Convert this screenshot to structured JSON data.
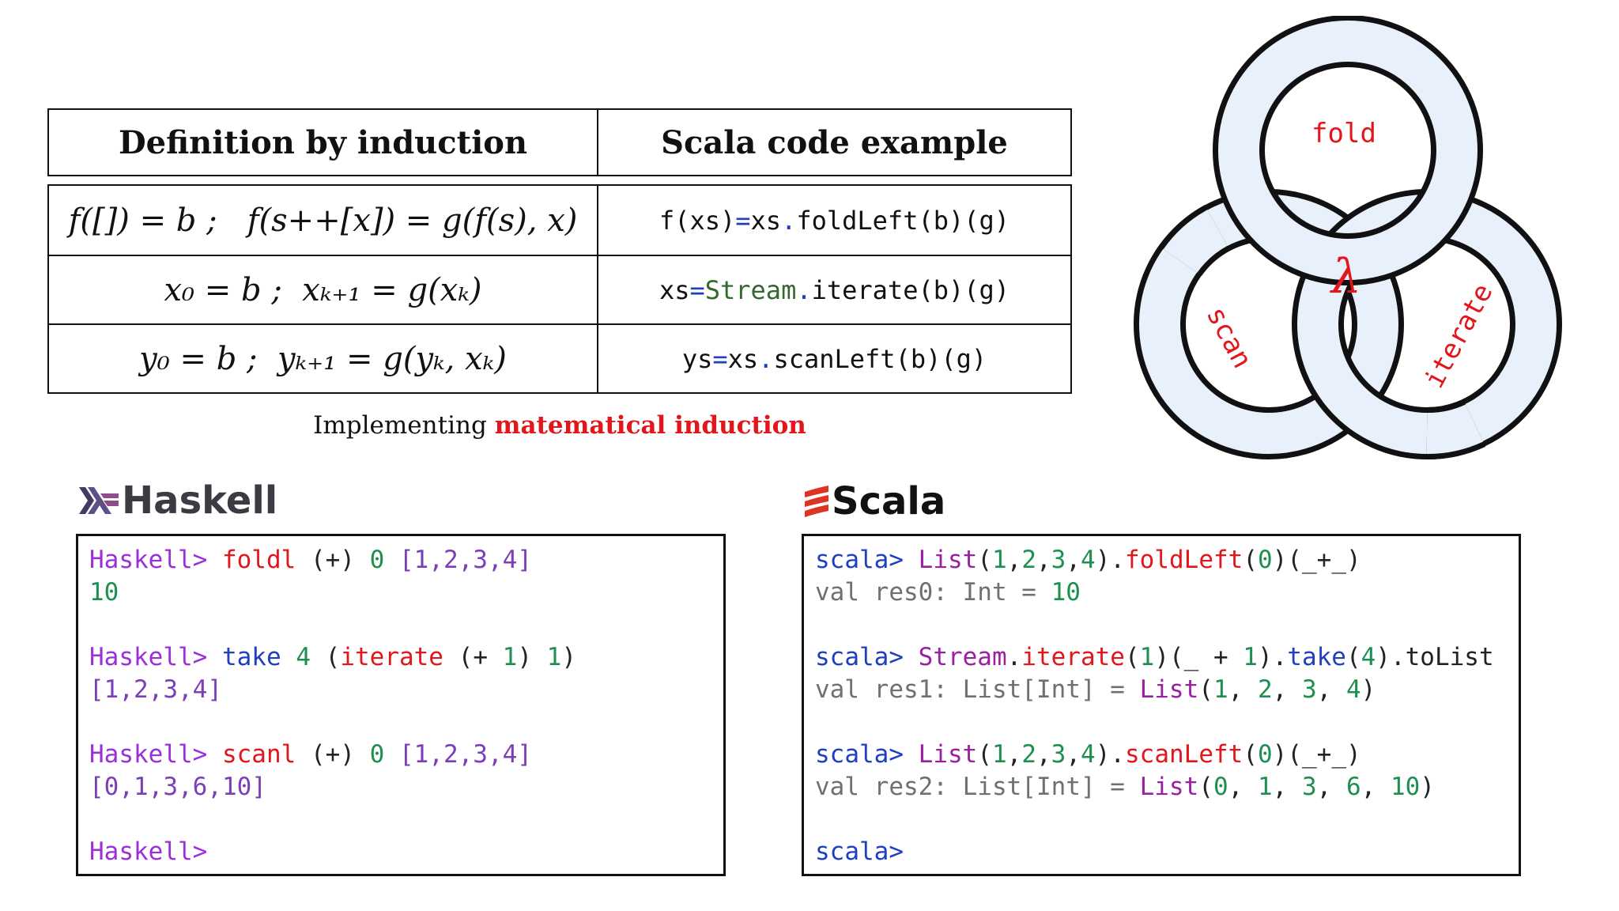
{
  "table": {
    "headers": [
      "Definition by induction",
      "Scala code example"
    ],
    "rows": [
      {
        "math": "f([]) = b ;   f(s++[x]) = g(f(s), x)",
        "code": {
          "lhs": "f(xs)",
          "eq": "=",
          "rhs_a": "xs",
          "dot": ".",
          "rhs_b": "foldLeft(b)(g)"
        }
      },
      {
        "math": "x₀ = b ;  xₖ₊₁ = g(xₖ)",
        "code": {
          "lhs": "xs",
          "eq": "=",
          "rhs_a": "Stream",
          "dot": ".",
          "rhs_b": "iterate(b)(g)"
        }
      },
      {
        "math": "y₀ = b ;  yₖ₊₁ = g(yₖ, xₖ)",
        "code": {
          "lhs": "ys",
          "eq": "=",
          "rhs_a": "xs",
          "dot": ".",
          "rhs_b": "scanLeft(b)(g)"
        }
      }
    ]
  },
  "caption": {
    "prefix": "Implementing ",
    "highlight": "matematical induction"
  },
  "knot": {
    "top": "fold",
    "left": "scan",
    "right": "iterate",
    "center": "λ"
  },
  "haskell": {
    "logo": "Haskell",
    "prompt": "Haskell>",
    "lines": [
      {
        "fn": "foldl",
        "args": " (+) ",
        "n": "0",
        "list": "[1,2,3,4]",
        "result": "10"
      },
      {
        "fn": "take",
        "n": "4",
        "fn2": "iterate",
        "args2": "(+ ",
        "n2": "1",
        "n3": "1",
        "result": "[1,2,3,4]"
      },
      {
        "fn": "scanl",
        "args": " (+) ",
        "n": "0",
        "list": "[1,2,3,4]",
        "result": "[0,1,3,6,10]"
      }
    ]
  },
  "scala": {
    "logo": "Scala",
    "prompt": "scala>",
    "l1": {
      "obj": "List",
      "args": "(1,2,3,4)",
      "method": "foldLeft",
      "zero": "(0)",
      "fn": "(_+_)",
      "res": "val res0: Int = ",
      "val": "10"
    },
    "l2": {
      "obj": "Stream",
      "method": "iterate",
      "arg": "(1)",
      "fn": "(_ + 1)",
      "take": "take",
      "n": "(4)",
      "tail": ".toList",
      "res": "val res1: List[Int] = ",
      "resobj": "List",
      "val": "(1, 2, 3, 4)"
    },
    "l3": {
      "obj": "List",
      "args": "(1,2,3,4)",
      "method": "scanLeft",
      "zero": "(0)",
      "fn": "(_+_)",
      "res": "val res2: List[Int] = ",
      "resobj": "List",
      "val": "(0, 1, 3, 6, 10)"
    }
  },
  "colors": {
    "accent_red": "#e3161c",
    "prompt_blue": "#1f3fbf",
    "prompt_purple": "#9b30d9",
    "number_green": "#1d8f4e",
    "knot_fill": "#e8f0fb"
  }
}
